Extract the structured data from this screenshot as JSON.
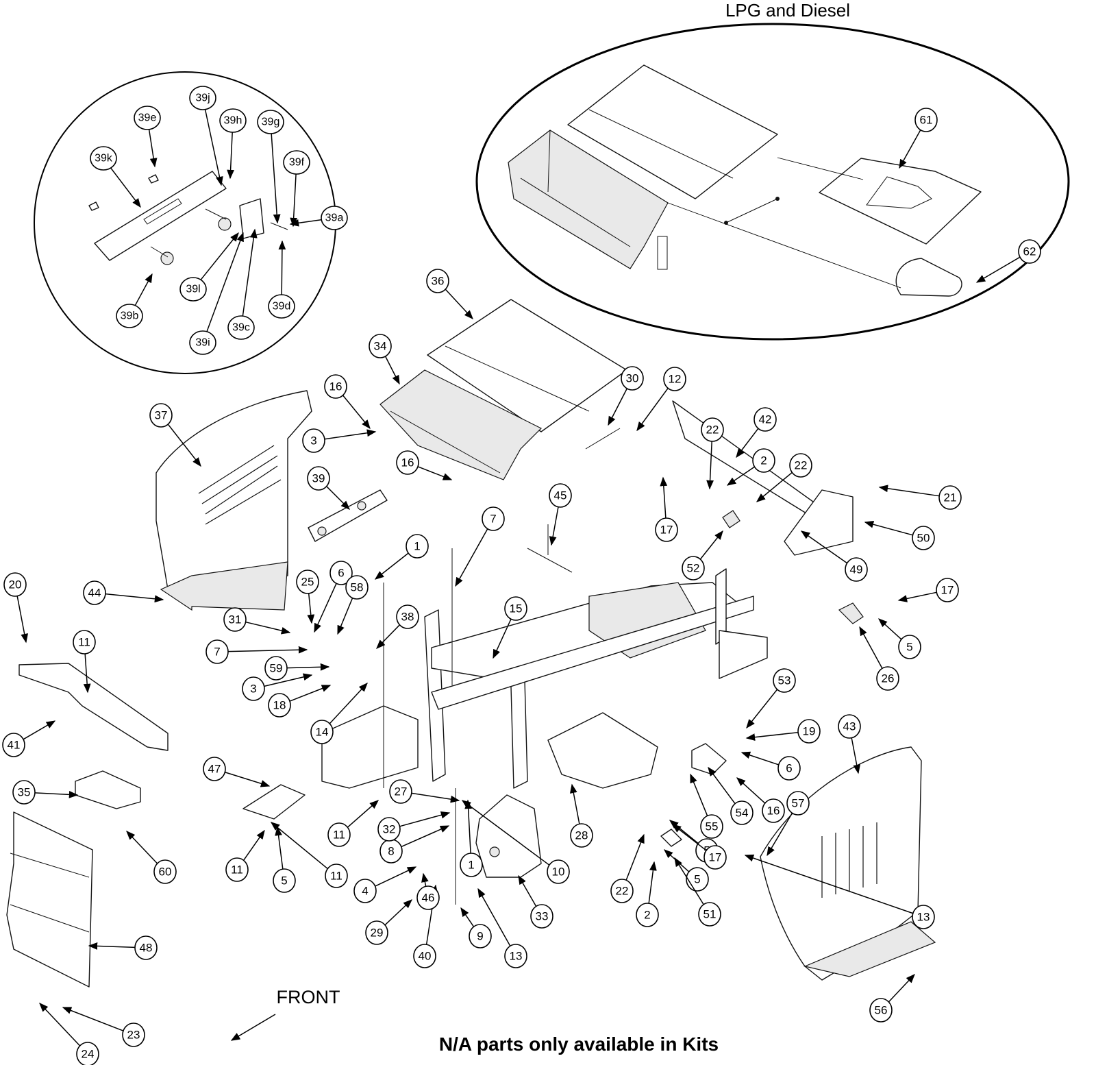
{
  "title": "LPG and Diesel",
  "front_label": "FRONT",
  "footnote": "N/A parts only available in Kits",
  "callouts": [
    "1",
    "1",
    "2",
    "2",
    "3",
    "3",
    "4",
    "5",
    "5",
    "5",
    "5",
    "6",
    "6",
    "7",
    "7",
    "8",
    "9",
    "10",
    "11",
    "11",
    "11",
    "11",
    "12",
    "13",
    "13",
    "14",
    "15",
    "16",
    "16",
    "16",
    "17",
    "17",
    "17",
    "18",
    "19",
    "20",
    "21",
    "22",
    "22",
    "22",
    "23",
    "24",
    "25",
    "26",
    "27",
    "28",
    "29",
    "30",
    "31",
    "32",
    "33",
    "34",
    "35",
    "36",
    "37",
    "38",
    "39",
    "39a",
    "39b",
    "39c",
    "39d",
    "39e",
    "39f",
    "39g",
    "39h",
    "39i",
    "39j",
    "39k",
    "39l",
    "40",
    "41",
    "42",
    "43",
    "44",
    "45",
    "46",
    "47",
    "48",
    "49",
    "50",
    "51",
    "52",
    "53",
    "54",
    "55",
    "56",
    "57",
    "58",
    "59",
    "60",
    "61",
    "62"
  ]
}
